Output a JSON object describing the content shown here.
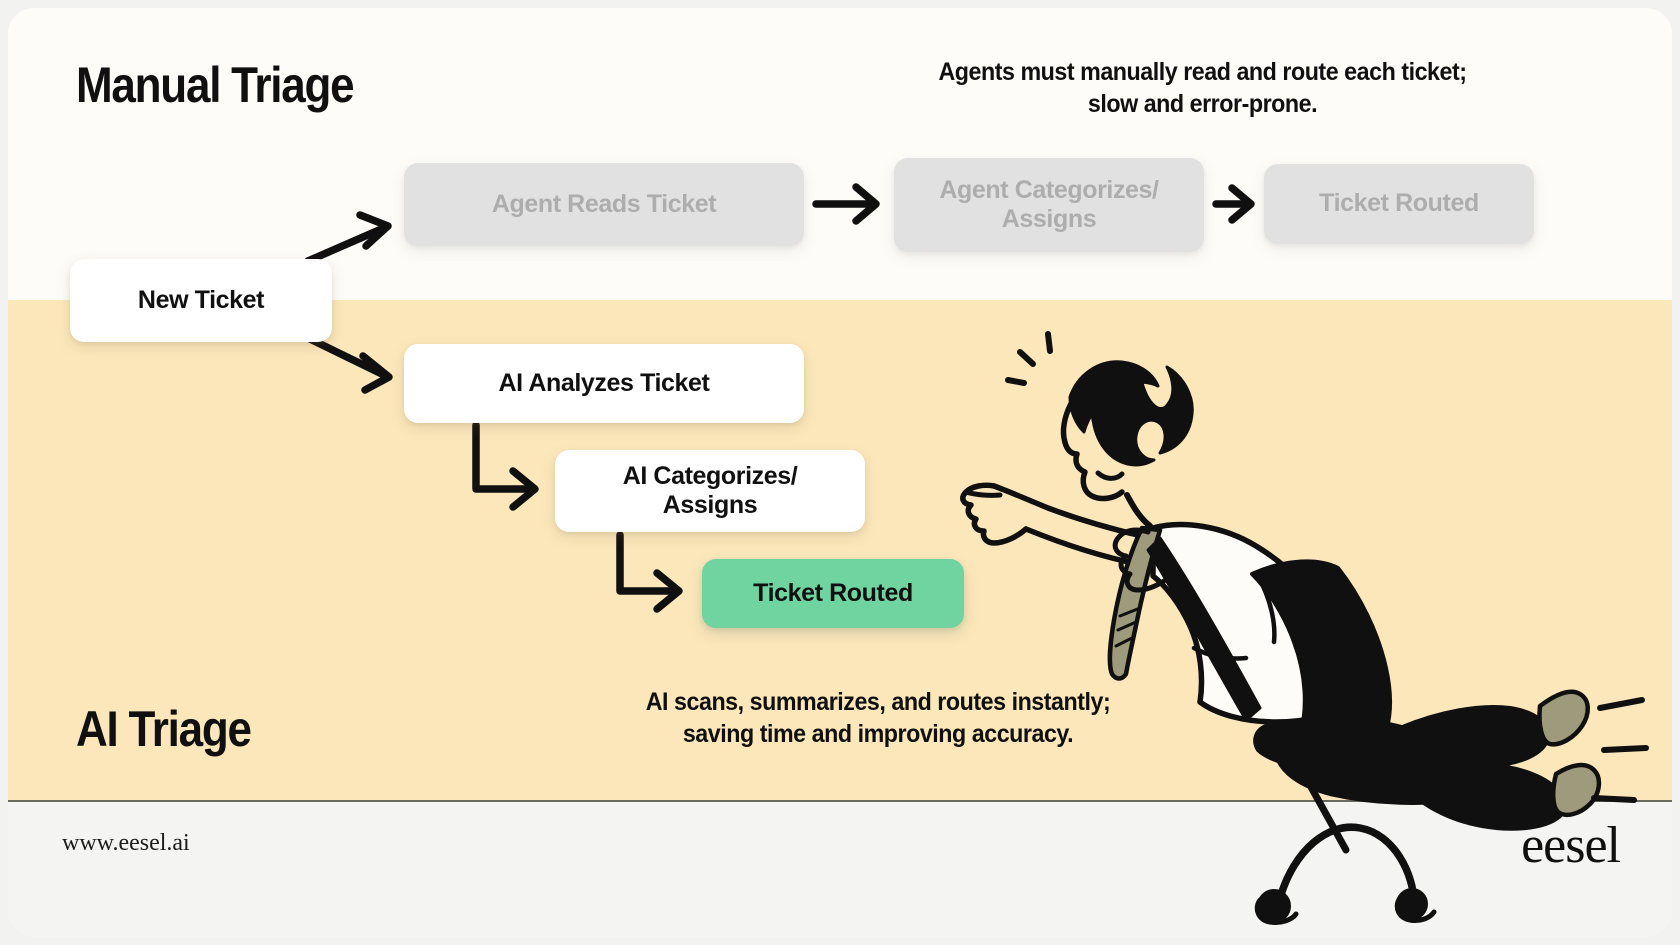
{
  "document": {
    "title": "Manual Triage vs AI Triage",
    "type": "comparison-infographic"
  },
  "colors": {
    "page_background": "#f2f2f0",
    "manual_band": "#fdfcf8",
    "ai_band": "#fce7bb",
    "footer_band": "#f4f4f2",
    "node_white": "#ffffff",
    "node_gray_fill": "#e1e1e1",
    "node_gray_text": "#adadad",
    "node_green": "#6fd4a0",
    "text_primary": "#111010",
    "arrow": "#111010"
  },
  "manual_section": {
    "title": "Manual Triage",
    "caption": "Agents must manually read and route each ticket; slow and error-prone.",
    "caption_line1": "Agents must manually read and route each ticket;",
    "caption_line2": "slow and error-prone.",
    "nodes": [
      {
        "id": "agent-reads-ticket",
        "label": "Agent Reads Ticket",
        "style": "gray"
      },
      {
        "id": "agent-categorizes-assigns",
        "label": "Agent Categorizes/\nAssigns",
        "style": "gray"
      },
      {
        "id": "ticket-routed-manual",
        "label": "Ticket Routed",
        "style": "gray"
      }
    ]
  },
  "ai_section": {
    "title": "AI Triage",
    "caption": "AI scans, summarizes, and routes instantly; saving time and improving accuracy.",
    "caption_line1": "AI scans, summarizes, and routes instantly;",
    "caption_line2": "saving time and improving accuracy.",
    "nodes": [
      {
        "id": "ai-analyzes-ticket",
        "label": "AI Analyzes Ticket",
        "style": "white"
      },
      {
        "id": "ai-categorizes-assigns",
        "label": "AI Categorizes/\nAssigns",
        "style": "white"
      },
      {
        "id": "ticket-routed-ai",
        "label": "Ticket Routed",
        "style": "green"
      }
    ]
  },
  "shared": {
    "start_node": {
      "id": "new-ticket",
      "label": "New Ticket",
      "style": "white"
    }
  },
  "illustration": {
    "name": "person-kneeling-on-office-chair-pointing-forward",
    "description": "Line-art illustration of a person kneeling on a rolling office chair, leaning forward and pointing ahead, wearing a necktie, with motion lines."
  },
  "footer": {
    "url": "www.eesel.ai",
    "logo": "eesel"
  },
  "arrows": [
    {
      "from": "new-ticket",
      "to": "agent-reads-ticket",
      "type": "diagonal-up"
    },
    {
      "from": "agent-reads-ticket",
      "to": "agent-categorizes-assigns",
      "type": "straight-right"
    },
    {
      "from": "agent-categorizes-assigns",
      "to": "ticket-routed-manual",
      "type": "straight-right"
    },
    {
      "from": "new-ticket",
      "to": "ai-analyzes-ticket",
      "type": "diagonal-down"
    },
    {
      "from": "ai-analyzes-ticket",
      "to": "ai-categorizes-assigns",
      "type": "elbow-down-right"
    },
    {
      "from": "ai-categorizes-assigns",
      "to": "ticket-routed-ai",
      "type": "elbow-down-right"
    }
  ]
}
